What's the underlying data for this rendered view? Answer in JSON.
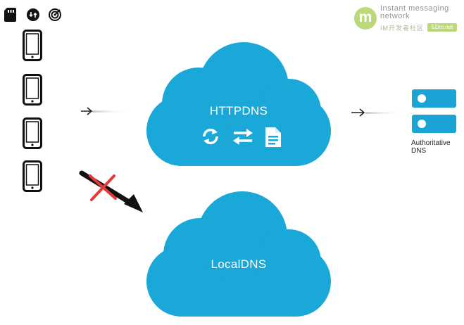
{
  "status_icons": [
    "sd-card-icon",
    "sync-icon",
    "radar-icon"
  ],
  "watermark": {
    "logo_text": "m",
    "title": "Instant messaging\nnetwork",
    "subtitle": "IM开发者社区",
    "badge": "52im.net"
  },
  "devices": {
    "icon": "smartphone-icon",
    "count": 4
  },
  "httpdns": {
    "label": "HTTPDNS",
    "icons": [
      "refresh-icon",
      "exchange-arrows-icon",
      "document-icon"
    ],
    "color": "#1aa8d8"
  },
  "localdns": {
    "label": "LocalDNS",
    "color": "#1aa8d8"
  },
  "authoritative": {
    "label": "Authoritative\nDNS",
    "icon": "server-icon",
    "color": "#1aa3d4"
  },
  "blocked_path": {
    "icon": "x-mark-icon",
    "color": "#e53935"
  }
}
